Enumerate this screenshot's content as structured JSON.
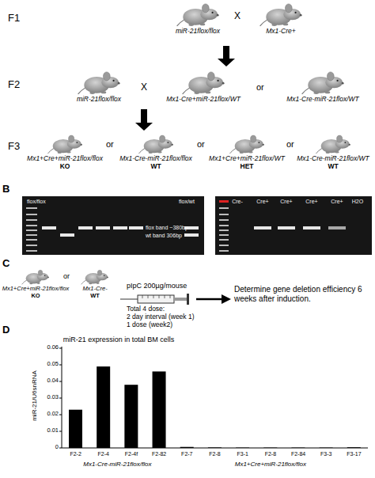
{
  "diagram": {
    "nodes": [
      {
        "text": [
          "miR-21flox/flox"
        ]
      },
      {
        "text": [
          "Mx1-Cre+"
        ]
      },
      {
        "text": [
          "miR-21flox/flox"
        ]
      },
      {
        "text": [
          "Mx1-Cre+miR-21flox/WT"
        ]
      },
      {
        "text": [
          "Mx1-Cre-miR-21flox/WT"
        ]
      },
      {
        "text": [
          "Mx1+Cre+miR-21flox/flox",
          "KO"
        ]
      },
      {
        "text": [
          "Mx1-Cre-miR-21flox/flox",
          "WT"
        ]
      },
      {
        "text": [
          "Mx1+Cre+miR-21flox/WT",
          "HET"
        ]
      },
      {
        "text": [
          "Mx1-Cre-miR-21flox/WT",
          "WT"
        ]
      },
      {
        "text": [
          "Mx1+Cre+miR-21flox/flox",
          "KO"
        ]
      },
      {
        "text": [
          "Mx1-Cre-",
          "WT"
        ]
      }
    ],
    "labels": [
      "F1",
      "X",
      "F2",
      "X",
      "or",
      "F3",
      "or",
      "or",
      "or",
      "B",
      "flox/flox",
      "flox/wt",
      "flox band ~380bp",
      "wt band 306bp",
      "Cre-",
      "Cre+",
      "Cre+",
      "Cre+",
      "Cre+",
      "H2O",
      "C",
      "or",
      "pIpC 200µg/mouse",
      "Total 4 dose:",
      "2 day interval (week 1)",
      "1 dose (week2)",
      "Determine gene deletion efficiency 6 weeks after induction.",
      "D",
      "miR-21 expression in total BM cells",
      "miR-21/U6snRNA",
      "0",
      "0.01",
      "0.02",
      "0.03",
      "0.04",
      "0.05",
      "0.06",
      "F2-2",
      "F2-4",
      "F2-4f",
      "F2-82",
      "F2-7",
      "F2-8",
      "F3-1",
      "F2-8",
      "F2-84",
      "F3-3",
      "F3-17",
      "Mx1-Cre-miR-21flox/flox",
      "Mx1+Cre+miR-21flox/flox"
    ]
  }
}
